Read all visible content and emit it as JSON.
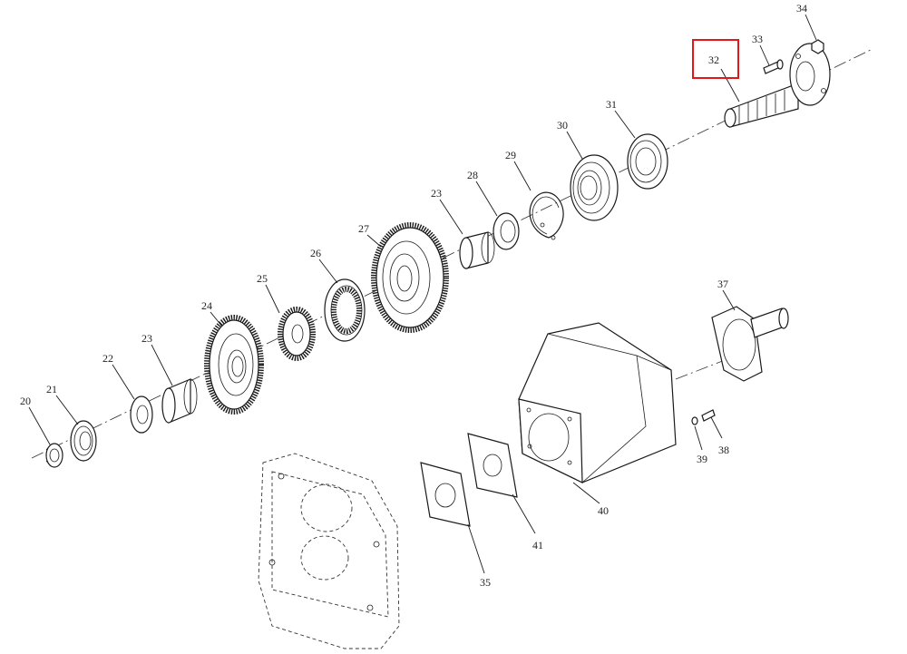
{
  "highlight_color": "#e01818",
  "highlighted_part": "32",
  "parts": [
    {
      "id": "p20",
      "label": "20"
    },
    {
      "id": "p21",
      "label": "21"
    },
    {
      "id": "p22",
      "label": "22"
    },
    {
      "id": "p23a",
      "label": "23"
    },
    {
      "id": "p24",
      "label": "24"
    },
    {
      "id": "p25",
      "label": "25"
    },
    {
      "id": "p26",
      "label": "26"
    },
    {
      "id": "p27",
      "label": "27"
    },
    {
      "id": "p23b",
      "label": "23"
    },
    {
      "id": "p28",
      "label": "28"
    },
    {
      "id": "p29",
      "label": "29"
    },
    {
      "id": "p30",
      "label": "30"
    },
    {
      "id": "p31",
      "label": "31"
    },
    {
      "id": "p32",
      "label": "32"
    },
    {
      "id": "p33",
      "label": "33"
    },
    {
      "id": "p34",
      "label": "34"
    },
    {
      "id": "p35",
      "label": "35"
    },
    {
      "id": "p37",
      "label": "37"
    },
    {
      "id": "p38",
      "label": "38"
    },
    {
      "id": "p39",
      "label": "39"
    },
    {
      "id": "p40",
      "label": "40"
    },
    {
      "id": "p41",
      "label": "41"
    }
  ]
}
